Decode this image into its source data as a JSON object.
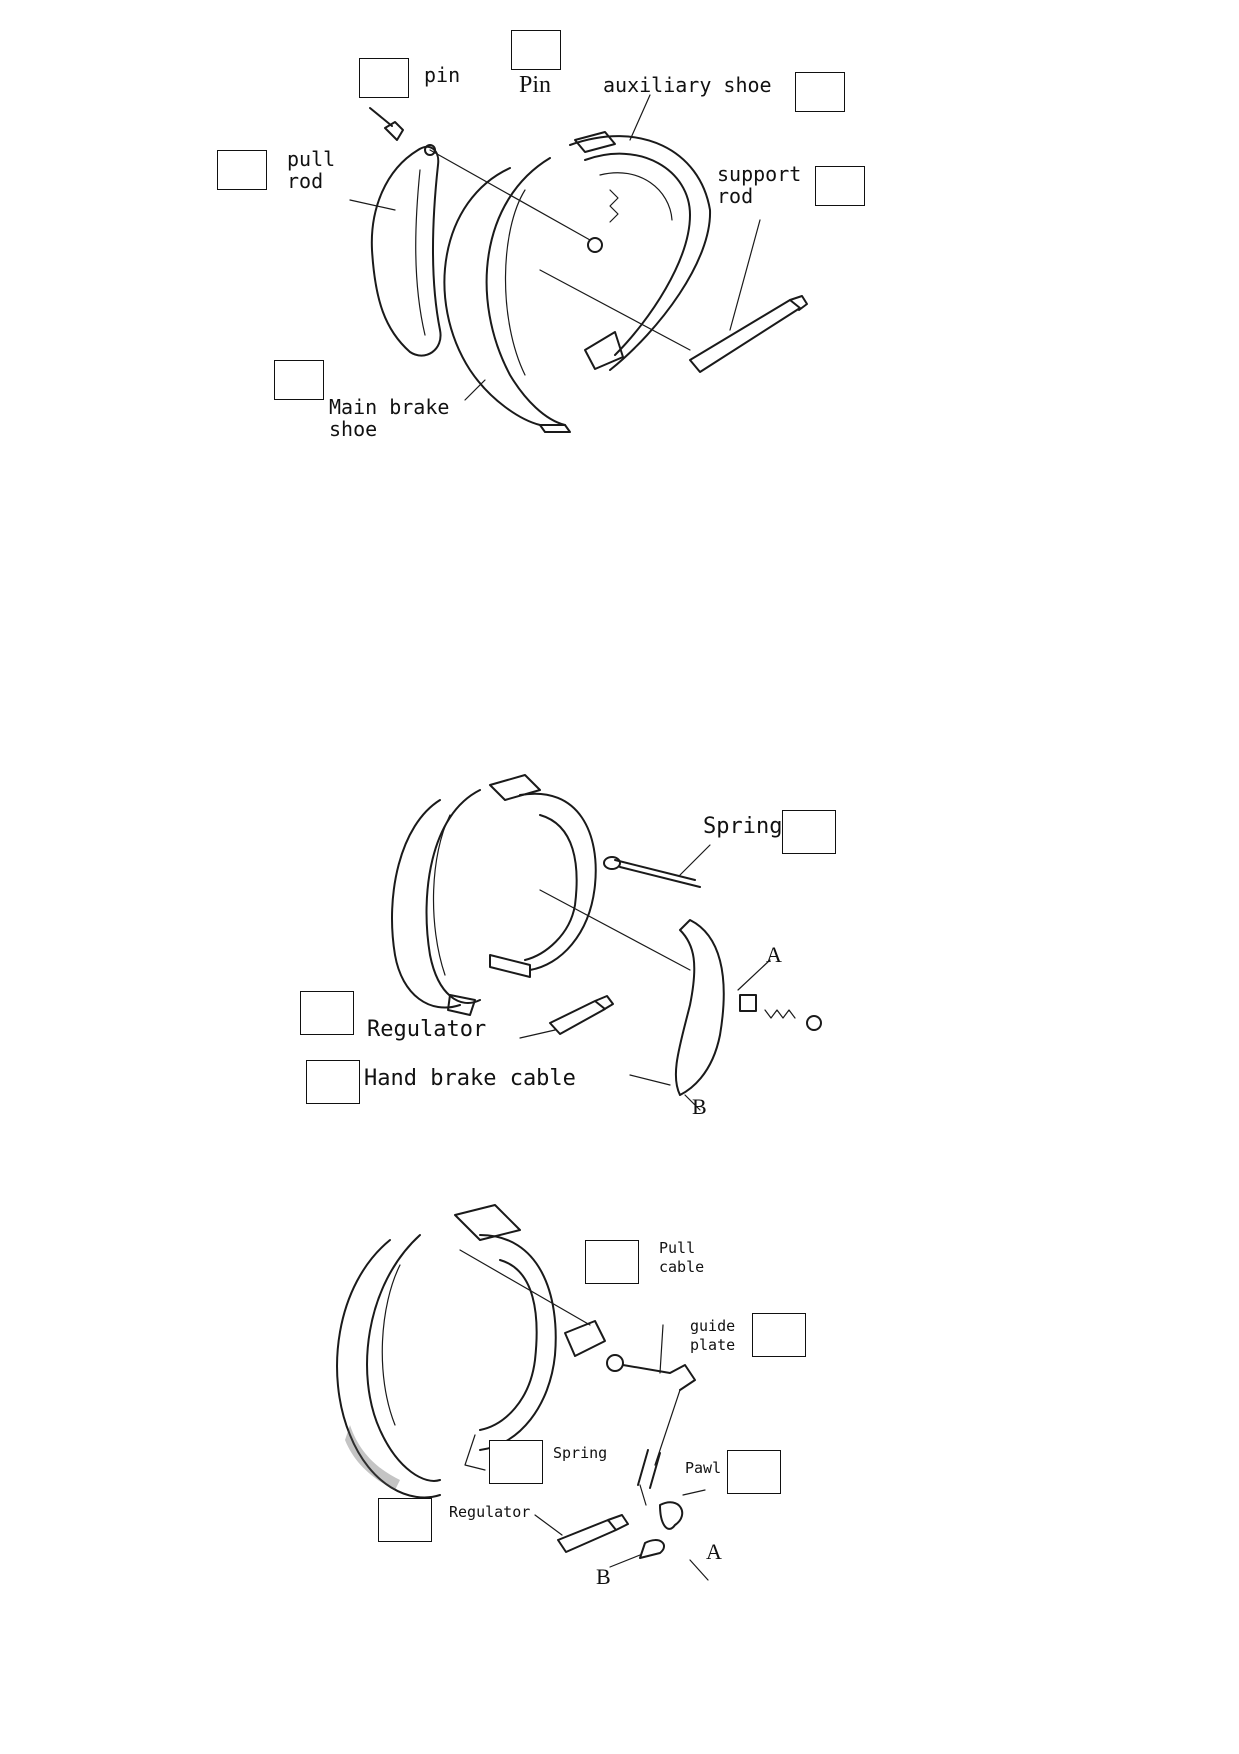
{
  "diagram1": {
    "labels": {
      "pin_lower": "pin",
      "pin_upper": "Pin",
      "auxiliary_shoe": "auxiliary shoe",
      "pull_rod": "pull\nrod",
      "support_rod": "support\nrod",
      "main_brake_shoe": "Main brake\nshoe"
    }
  },
  "diagram2": {
    "labels": {
      "spring": "Spring",
      "marker_a": "A",
      "regulator": "Regulator",
      "hand_brake_cable": "Hand brake cable",
      "marker_b": "B"
    }
  },
  "diagram3": {
    "labels": {
      "pull_cable": "Pull\ncable",
      "guide_plate": "guide\nplate",
      "spring": "Spring",
      "pawl": "Pawl",
      "regulator": "Regulator",
      "marker_a": "A",
      "marker_b": "B"
    }
  }
}
